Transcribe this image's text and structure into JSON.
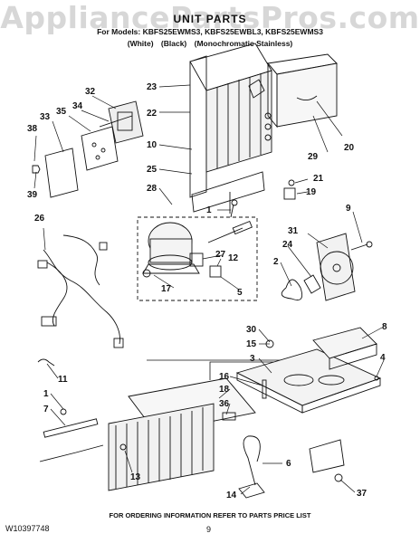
{
  "header": {
    "watermark": "AppliancePartsPros.com",
    "title": "UNIT PARTS",
    "models": "For Models: KBFS25EWMS3, KBFS25EWBL3, KBFS25EWMS3",
    "variants": [
      "(White)",
      "(Black)",
      "(Monochromatic Stainless)"
    ]
  },
  "callouts": [
    "23",
    "22",
    "10",
    "25",
    "28",
    "1",
    "27",
    "12",
    "17",
    "5",
    "32",
    "34",
    "35",
    "33",
    "38",
    "39",
    "26",
    "20",
    "29",
    "21",
    "19",
    "9",
    "31",
    "24",
    "2",
    "30",
    "15",
    "3",
    "8",
    "4",
    "11",
    "1",
    "7",
    "16",
    "18",
    "36",
    "13",
    "6",
    "14",
    "37"
  ],
  "footer": {
    "note": "FOR ORDERING INFORMATION REFER TO PARTS PRICE LIST",
    "doc_id": "W10397748",
    "page": "9"
  }
}
